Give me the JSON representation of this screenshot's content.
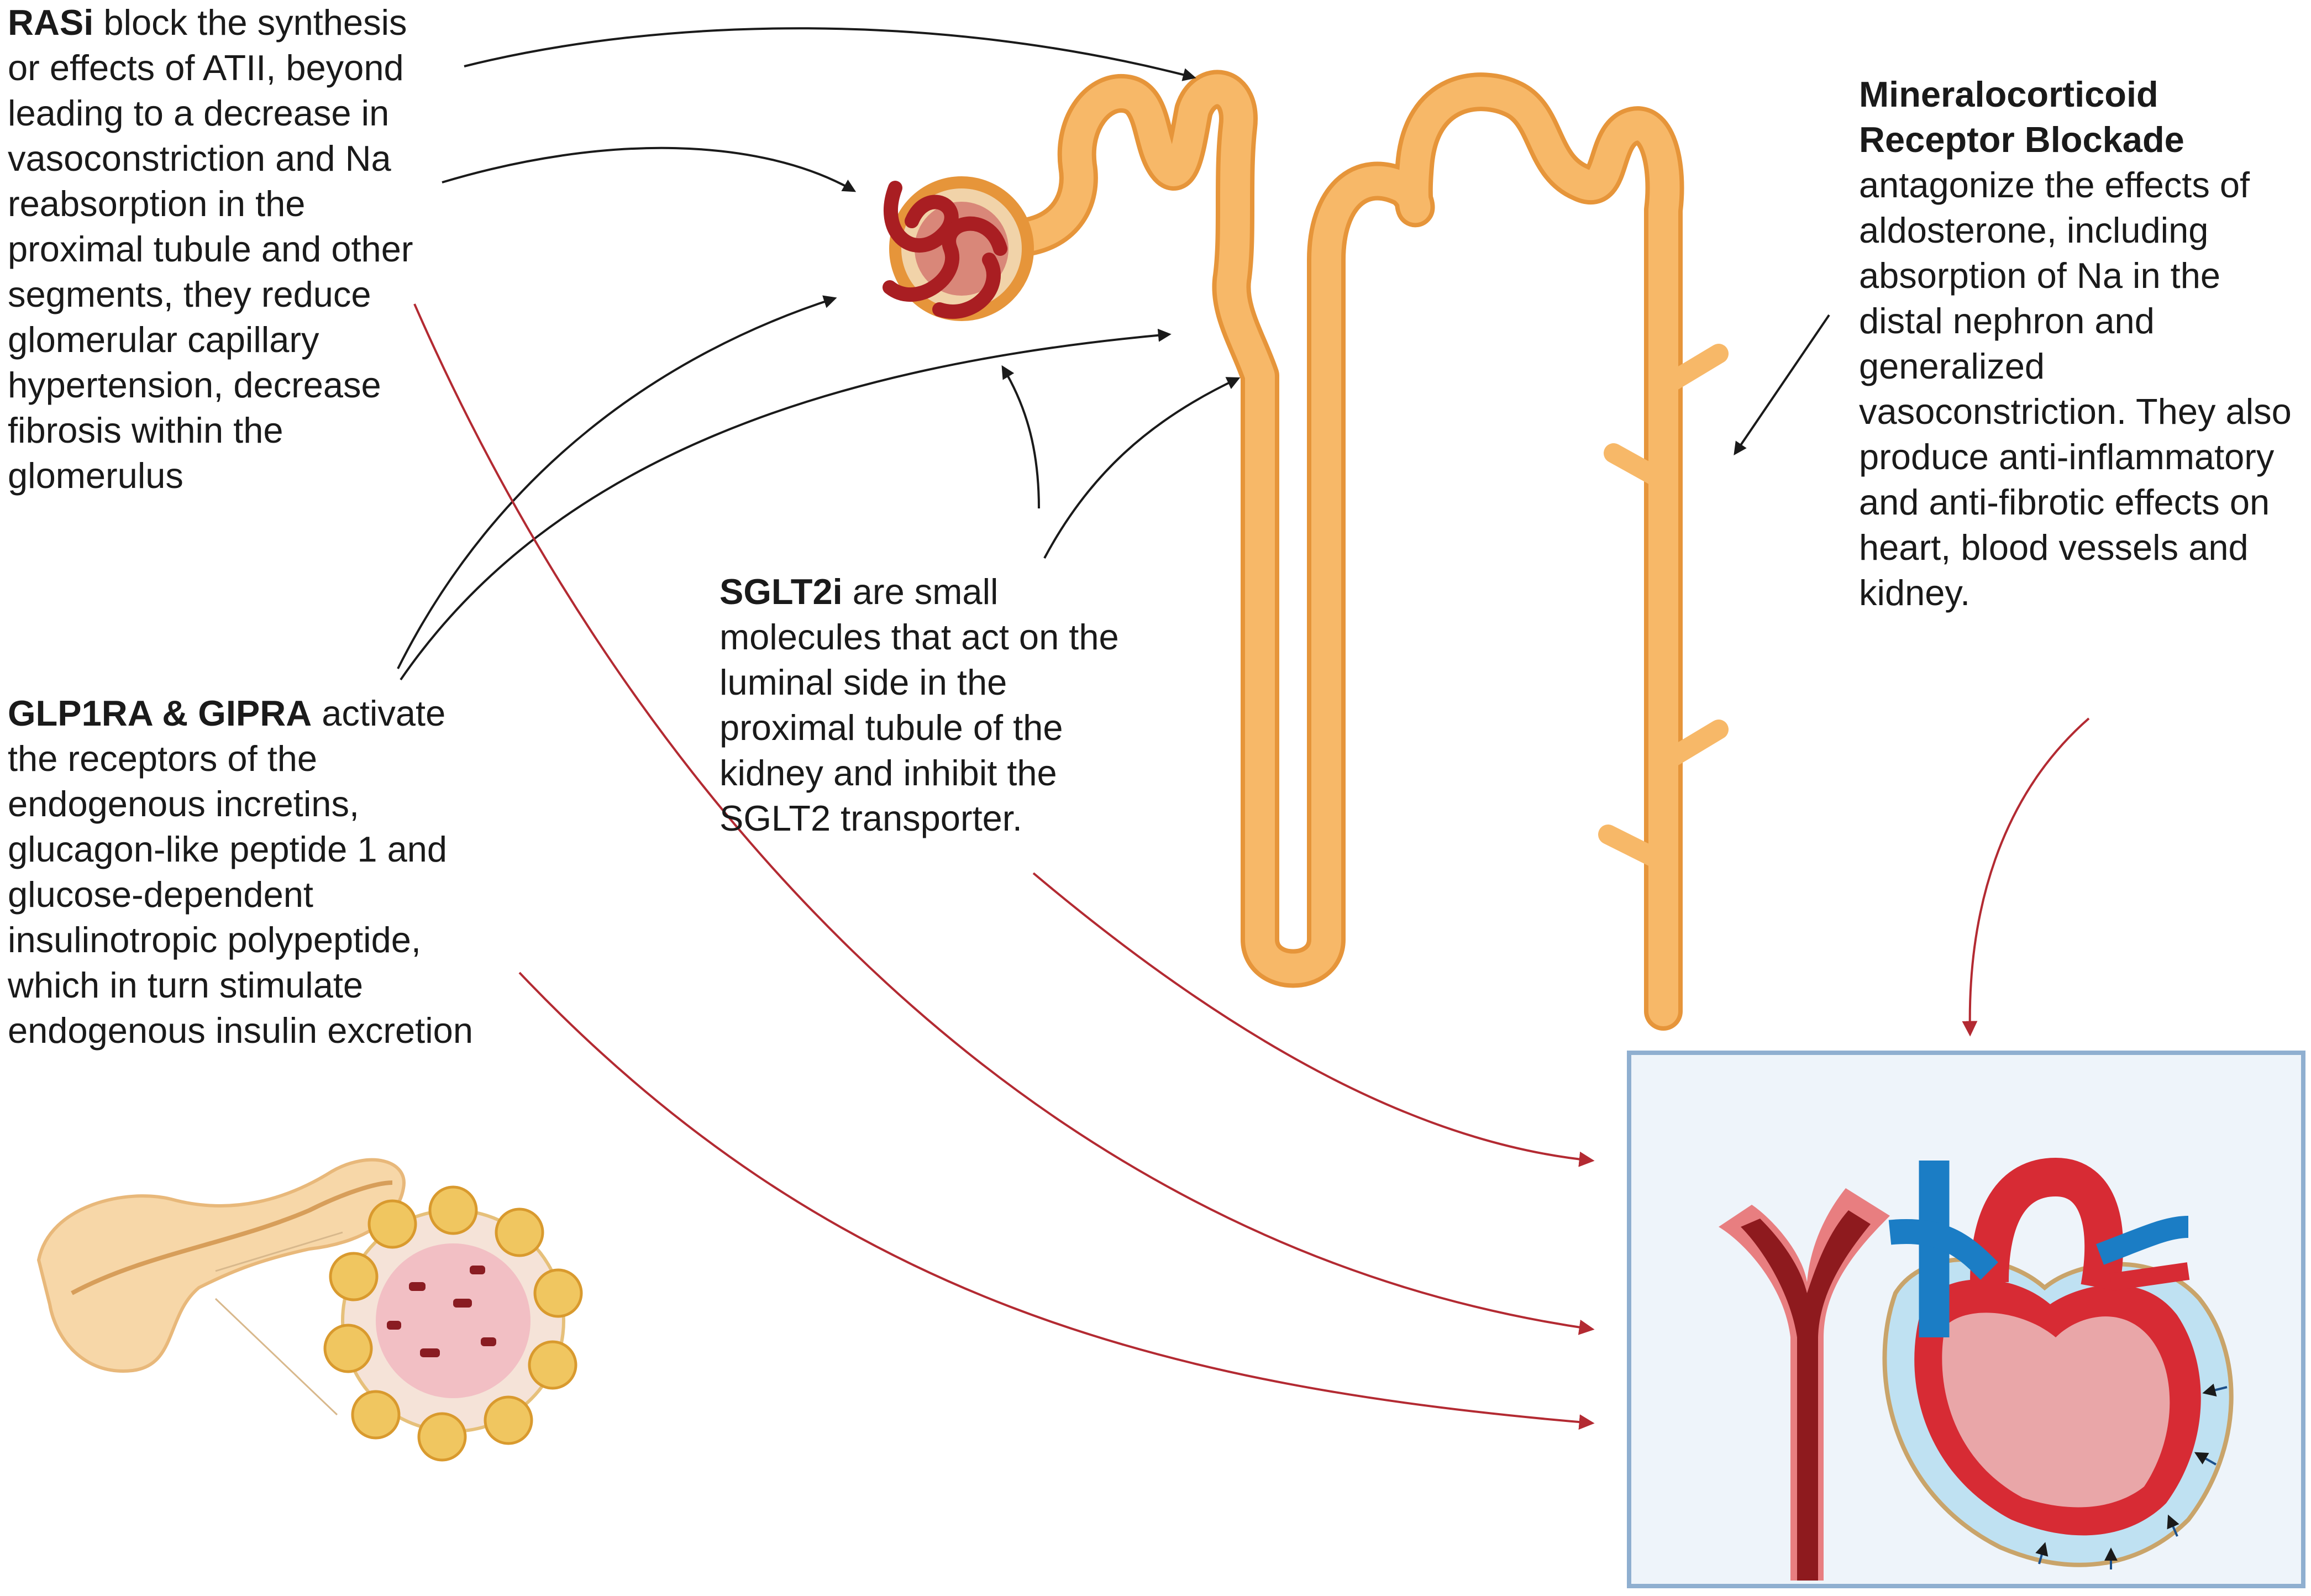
{
  "rasi": {
    "bold": "RASi",
    "text": " block the synthesis or effects of ATII,  beyond leading to a decrease in vasoconstriction and Na reabsorption in the proximal tubule and other segments, they reduce glomerular capillary hypertension, decrease fibrosis within the glomerulus"
  },
  "glp": {
    "bold": "GLP1RA & GIPRA",
    "text": " activate the receptors of the endogenous incretins, glucagon-like peptide 1 and glucose-dependent insulinotropic polypeptide, which in turn stimulate endogenous insulin excretion"
  },
  "sglt": {
    "bold": "SGLT2i",
    "text": " are small molecules that act on the luminal side in the proximal tubule of the kidney and inhibit the SGLT2 transporter."
  },
  "mra": {
    "bold": "Mineralocorticoid Receptor Blockade",
    "text": "antagonize the effects of aldosterone, including absorption of Na in the distal nephron and generalized vasoconstriction. They also produce anti-inflammatory and anti-fibrotic effects on heart, blood vessels and kidney."
  },
  "colors": {
    "nephron": "#f7b868",
    "nephron_outline": "#e6953a",
    "glomerulus": "#a91e22",
    "capsule": "#f1d3a9",
    "heart_red": "#d72b34",
    "heart_blue": "#1b7dc5",
    "pericardium": "#bfe1f2",
    "panel_bg": "#eef4fa",
    "panel_border": "#8fafd0",
    "black_arrow": "#1a1a1a",
    "red_arrow": "#b32a32",
    "pancreas": "#f7d7a8",
    "islet": "#f0c660"
  }
}
